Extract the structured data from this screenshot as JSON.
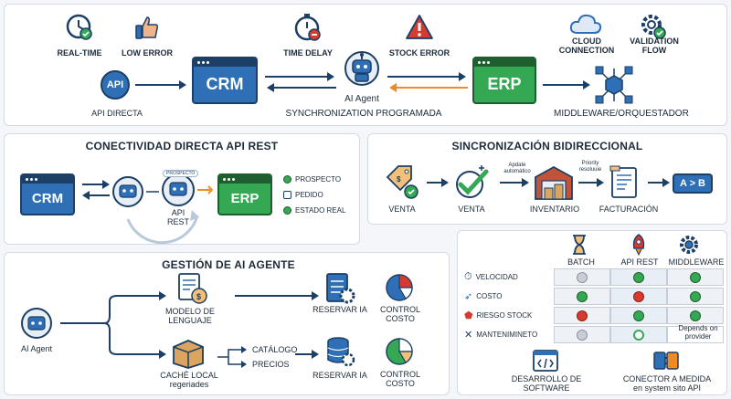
{
  "top": {
    "realtime": "REAL-TIME",
    "low_error": "LOW ERROR",
    "time_delay": "TIME DELAY",
    "stock_error": "STOCK ERROR",
    "cloud_connection": "CLOUD\nCONNECTION",
    "validation_flow": "VALIDATION\nFLOW",
    "api_badge": "API",
    "api_directa": "API DIRECTA",
    "crm": "CRM",
    "erp": "ERP",
    "ai_agent": "AI Agent",
    "sync": "SYNCHRONIZATION PROGRAMADA",
    "middleware": "MIDDLEWARE/ORQUESTADOR"
  },
  "conn": {
    "title": "CONECTIVIDAD DIRECTA API REST",
    "crm": "CRM",
    "erp": "ERP",
    "center_tag": "PROSPECTO",
    "api_rest": "API\nREST",
    "legend": [
      "PROSPECTO",
      "PEDIDO",
      "ESTADO REAL"
    ]
  },
  "sync_bi": {
    "title": "SINCRONIZACIÓN BIDIRECCIONAL",
    "venta1": "VENTA",
    "venta2": "VENTA",
    "inventario": "INVENTARIO",
    "facturacion": "FACTURACIÓN",
    "apdate": "Apdate\nautomático",
    "priority": "Priority\nresoluuie",
    "ab": "A > B"
  },
  "gestion": {
    "title": "GESTIÓN DE AI AGENTE",
    "agent": "AI Agent",
    "modelo": "MODELO DE\nLENGUAJE",
    "cache": "CACHÉ LOCAL\nregeriades",
    "catalogo": "CATÁLOGO",
    "precios": "PRECIOS",
    "reservar1": "RESERVAR IA",
    "reservar2": "RESERVAR IA",
    "control1": "CONTROL\nCOSTO",
    "control2": "CONTROL\nCOSTO"
  },
  "compare": {
    "cols": [
      "BATCH",
      "API REST",
      "MIDDLEWARE"
    ],
    "rows": [
      "VELOCIDAD",
      "COSTO",
      "RIESGO STOCK",
      "MANTENIMINETO"
    ],
    "depends": "Depends on\nprovider",
    "dev": "DESARROLLO DE\nSOFTWARE",
    "conector": "CONECTOR A MEDIDA\nen system sito API"
  },
  "colors": {
    "blue": "#2e6fb5",
    "navy": "#1c3f66",
    "green": "#34a853",
    "red": "#d63b30",
    "orange": "#f08a24"
  }
}
